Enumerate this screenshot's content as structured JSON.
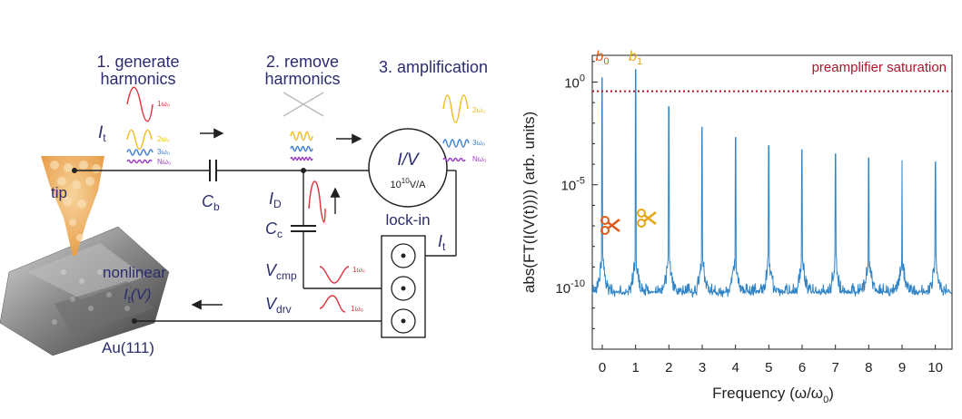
{
  "diagram": {
    "steps": [
      "1. generate",
      "harmonics",
      "2. remove",
      "harmonics",
      "3. amplification"
    ],
    "labels": {
      "It": "I",
      "It_sub": "t",
      "tip": "tip",
      "Cb": "C",
      "Cb_sub": "b",
      "ID": "I",
      "ID_sub": "D",
      "Cc": "C",
      "Cc_sub": "c",
      "Vcmp": "V",
      "Vcmp_sub": "cmp",
      "Vdrv": "V",
      "Vdrv_sub": "drv",
      "nonlinear": "nonlinear",
      "IV": "I",
      "IV_sub": "t",
      "IV_rest": "(V)",
      "au": "Au(111)",
      "amp_top": "I/V",
      "amp_gain": "10",
      "amp_gain_sup": "10",
      "amp_gain_unit": "V/A",
      "lockin": "lock-in",
      "It2": "I",
      "It2_sub": "t"
    },
    "harmonic_labels": {
      "w1": "1ω₀",
      "w2": "2ω₀",
      "w3": "3ω₀",
      "wN": "Nω₀"
    },
    "colors": {
      "red": "#e0323c",
      "yellow": "#f2b91e",
      "blue": "#3a7fd6",
      "purple": "#9a3ec0",
      "dark": "#2b2d6e",
      "tip": "#f2b76a"
    }
  },
  "chart_data": {
    "type": "line",
    "xlabel": "Frequency (ω/ω",
    "xlabel_sub": "0",
    "xlabel_end": ")",
    "ylabel": "abs(FT(I(V(t)))) (arb. units)",
    "y_scale": "log",
    "xlim": [
      -0.3,
      10.5
    ],
    "ylim_exp": [
      -13,
      1.3
    ],
    "x_ticks": [
      "0",
      "1",
      "2",
      "3",
      "4",
      "5",
      "6",
      "7",
      "8",
      "9",
      "10"
    ],
    "y_ticks": [
      {
        "exp": 0,
        "label": "10",
        "sup": "0"
      },
      {
        "exp": -5,
        "label": "10",
        "sup": "-5"
      },
      {
        "exp": -10,
        "label": "10",
        "sup": "-10"
      }
    ],
    "saturation_label": "preamplifier saturation",
    "saturation_exp": -0.45,
    "peak_labels": [
      {
        "text": "b",
        "sub": "0",
        "x": 0,
        "color": "#e05a1a"
      },
      {
        "text": "b",
        "sub": "1",
        "x": 1,
        "color": "#e8a512"
      }
    ],
    "peaks_exp": [
      0.2,
      0.6,
      -1.2,
      -2.2,
      -2.7,
      -3.1,
      -3.3,
      -3.5,
      -3.7,
      -3.8,
      -3.9
    ],
    "noise_floor_exp": -10.6,
    "line_color": "#2f84c8",
    "saturation_color": "#b3142a"
  }
}
